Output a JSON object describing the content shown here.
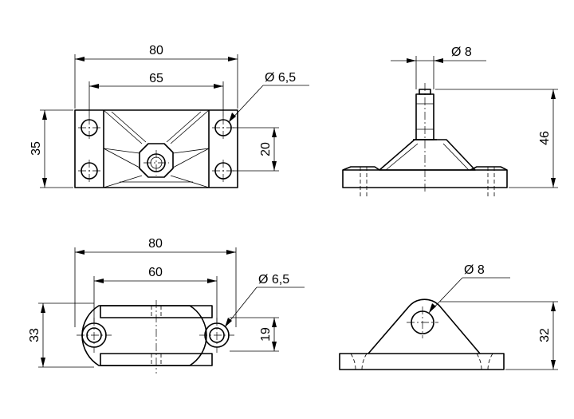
{
  "views": {
    "top_left": {
      "dim_width_outer": "80",
      "dim_width_holes": "65",
      "dim_hole_dia": "Ø 6,5",
      "dim_height_outer": "35",
      "dim_height_holes": "20"
    },
    "top_right": {
      "dim_pin_dia": "Ø 8",
      "dim_height": "46"
    },
    "bottom_left": {
      "dim_width_outer": "80",
      "dim_width_holes": "60",
      "dim_hole_dia": "Ø 6,5",
      "dim_height_outer": "33",
      "dim_height_holes": "19"
    },
    "bottom_right": {
      "dim_hole_dia": "Ø 8",
      "dim_height": "32"
    }
  }
}
